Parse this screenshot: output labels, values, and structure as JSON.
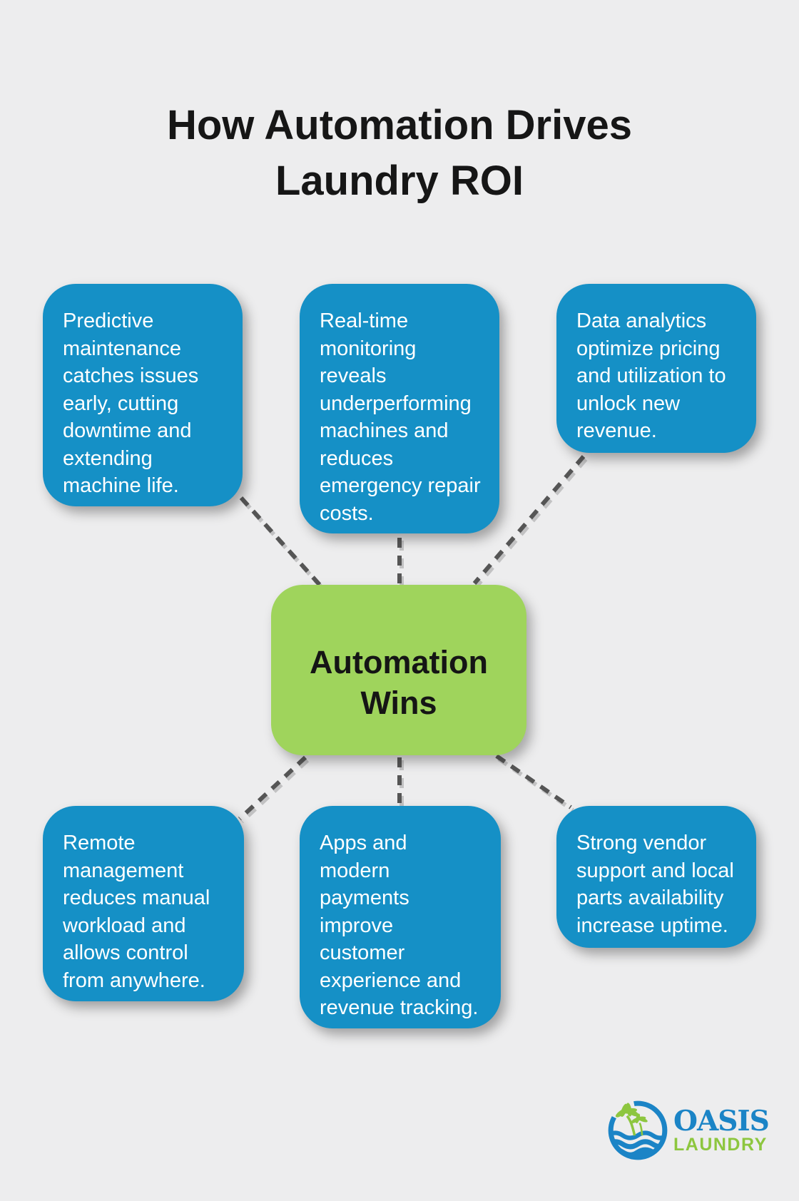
{
  "title": {
    "lines": [
      "How Automation Drives",
      "Laundry ROI"
    ]
  },
  "center_box": {
    "lines": [
      "Automation",
      "Wins"
    ]
  },
  "benefit_boxes": [
    {
      "position": "top-left",
      "lines": [
        "Predictive",
        "maintenance",
        "catches issues",
        "early, cutting",
        "downtime and",
        "extending",
        "machine life."
      ]
    },
    {
      "position": "top-middle",
      "lines": [
        "Real-time",
        "monitoring",
        "reveals",
        "underperforming",
        "machines and",
        "reduces",
        "emergency repair",
        "costs."
      ]
    },
    {
      "position": "top-right",
      "lines": [
        "Data analytics",
        "optimize pricing",
        "and utilization to",
        "unlock new",
        "revenue."
      ]
    },
    {
      "position": "bottom-left",
      "lines": [
        "Remote",
        "management",
        "reduces manual",
        "workload and",
        "allows control",
        "from anywhere."
      ]
    },
    {
      "position": "bottom-middle",
      "lines": [
        "Apps and",
        "modern",
        "payments",
        "improve",
        "customer",
        "experience and",
        "revenue tracking."
      ]
    },
    {
      "position": "bottom-right",
      "lines": [
        "Strong vendor",
        "support and local",
        "parts availability",
        "increase uptime."
      ]
    }
  ],
  "logo": {
    "brand": "OASIS",
    "sub": "LAUNDRY",
    "icon": "palm-island-waves-icon"
  },
  "colors": {
    "background": "#EDEDEE",
    "benefit_box_blue": "#1590C6",
    "center_green": "#9FD45C",
    "connector_dash": "#555555",
    "title_text": "#161616",
    "box_text": "#FFFFFF",
    "logo_blue": "#1B84C6",
    "logo_green": "#8DC63F"
  }
}
